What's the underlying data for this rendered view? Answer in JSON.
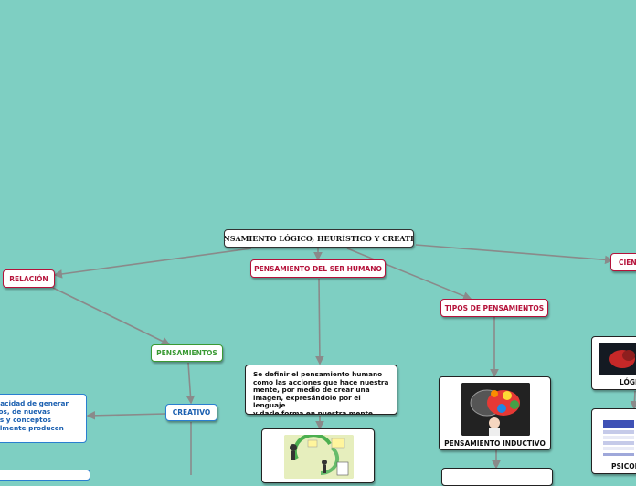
{
  "nodes": {
    "root": "PENSAMIENTO LÓGICO, HEURÍSTICO Y CREATIVO",
    "relacion": "RELACIÓN",
    "ser_humano": "PENSAMIENTO DEL SER HUMANO",
    "tipos": "TIPOS DE PENSAMIENTOS",
    "ciencia": "CIEN",
    "pensamientos": "PENSAMIENTOS",
    "creativo": "CREATIVO",
    "definicion": "Se definir el pensamiento humano\ncomo las acciones que hace nuestra\nmente, por medio de crear una\nimagen, expresándolo por el lenguaje\ny darle forma en nuestra mente.",
    "creativo_desc": "pacidad de generar\ntos, de nuevas\nas y conceptos\nalmente producen",
    "inductivo": "PENSAMIENTO INDUCTIVO",
    "logico": "LÓGI",
    "psico": "PSICOL"
  },
  "icons": [
    "brain-colorful-image",
    "thinking-person-image",
    "thinking-cycle-image",
    "brain-dark-image",
    "table-document-image"
  ],
  "colors": {
    "background": "#7ecfc2",
    "red": "#b5123a",
    "green": "#3a9a34",
    "blue": "#2a7fd0",
    "connector": "#8a8a8a"
  }
}
